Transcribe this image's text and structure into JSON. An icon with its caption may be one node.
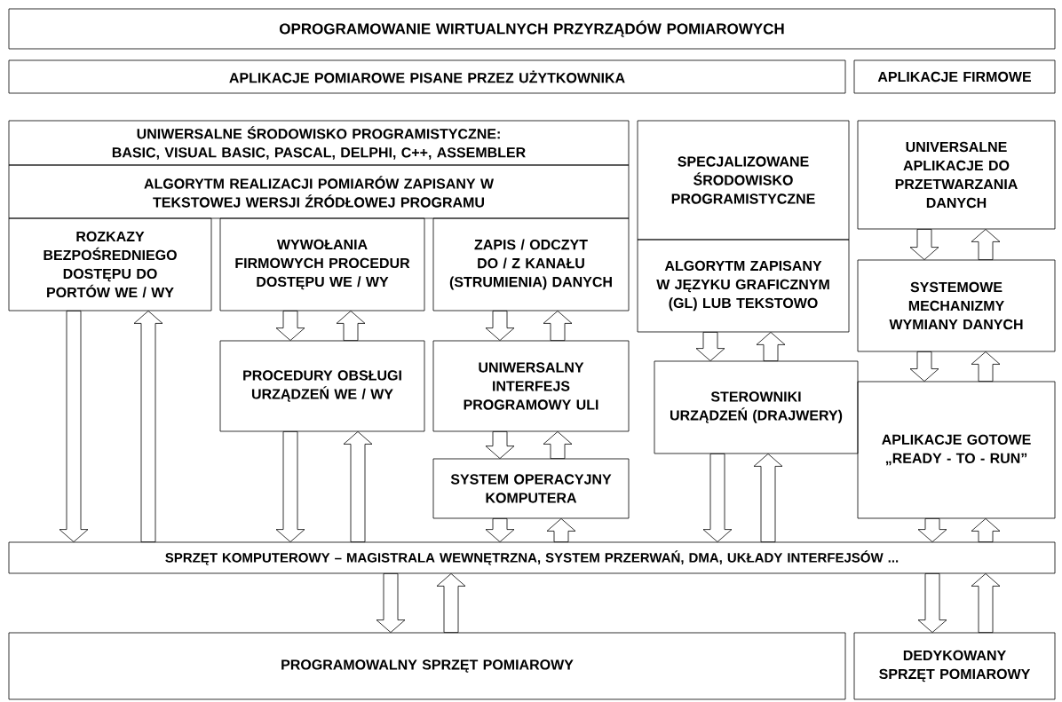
{
  "diagram": {
    "nodes": [
      {
        "text": [
          "OPROGRAMOWANIE WIRTUALNYCH PRZYRZĄDÓW POMIAROWYCH"
        ]
      },
      {
        "text": [
          "APLIKACJE POMIAROWE PISANE PRZEZ UŻYTKOWNIKA"
        ]
      },
      {
        "text": [
          "APLIKACJE FIRMOWE"
        ]
      },
      {
        "text": [
          "UNIWERSALNE ŚRODOWISKO PROGRAMISTYCZNE: BASIC, VISUAL BASIC, PASCAL, DELPHI, C++, ASSEMBLER"
        ]
      },
      {
        "text": [
          "ALGORYTM REALIZACJI POMIARÓW ZAPISANY W TEKSTOWEJ WERSJI ŹRÓDŁOWEJ PROGRAMU"
        ]
      },
      {
        "text": [
          "ROZKAZY BEZPOŚREDNIEGO DOSTĘPU DO PORTÓW WE / WY"
        ]
      },
      {
        "text": [
          "WYWOŁANIA FIRMOWYCH PROCEDUR DOSTĘPU WE / WY"
        ]
      },
      {
        "text": [
          "ZAPIS / ODCZYT DO / Z KANAŁU (STRUMIENIA) DANYCH"
        ]
      },
      {
        "text": [
          "SPECJALIZOWANE ŚRODOWISKO PROGRAMISTYCZNE"
        ]
      },
      {
        "text": [
          "ALGORYTM ZAPISANY W JĘZYKU GRAFICZNYM (GL) LUB TEKSTOWO"
        ]
      },
      {
        "text": [
          "PROCEDURY OBSŁUGI URZĄDZEŃ WE / WY"
        ]
      },
      {
        "text": [
          "UNIWERSALNY INTERFEJS PROGRAMOWY ULI"
        ]
      },
      {
        "text": [
          "SYSTEM OPERACYJNY KOMPUTERA"
        ]
      },
      {
        "text": [
          "STEROWNIKI URZĄDZEŃ (DRAJWERY)"
        ]
      },
      {
        "text": [
          "UNIVERSALNE APLIKACJE DO PRZETWARZANIA DANYCH"
        ]
      },
      {
        "text": [
          "SYSTEMOWE MECHANIZMY WYMIANY DANYCH"
        ]
      },
      {
        "text": [
          "APLIKACJE GOTOWE „READY - TO - RUN”"
        ]
      },
      {
        "text": [
          "SPRZĘT KOMPUTEROWY – MAGISTRALA WEWNĘTRZNA, SYSTEM PRZERWAŃ, DMA, UKŁADY INTERFEJSÓW ..."
        ]
      },
      {
        "text": [
          "PROGRAMOWALNY SPRZĘT POMIAROWY"
        ]
      },
      {
        "text": [
          "DEDYKOWANY SPRZĘT POMIAROWY"
        ]
      }
    ],
    "edges": [
      {
        "from": 5,
        "to": 17,
        "arrow": "to"
      },
      {
        "from": 17,
        "to": 5,
        "arrow": "to"
      },
      {
        "from": 6,
        "to": 10,
        "arrow": "to"
      },
      {
        "from": 10,
        "to": 6,
        "arrow": "to"
      },
      {
        "from": 10,
        "to": 17,
        "arrow": "to"
      },
      {
        "from": 17,
        "to": 10,
        "arrow": "to"
      },
      {
        "from": 7,
        "to": 11,
        "arrow": "to"
      },
      {
        "from": 11,
        "to": 7,
        "arrow": "to"
      },
      {
        "from": 11,
        "to": 12,
        "arrow": "to"
      },
      {
        "from": 12,
        "to": 11,
        "arrow": "to"
      },
      {
        "from": 12,
        "to": 17,
        "arrow": "to"
      },
      {
        "from": 17,
        "to": 12,
        "arrow": "to"
      },
      {
        "from": 9,
        "to": 13,
        "arrow": "to"
      },
      {
        "from": 13,
        "to": 9,
        "arrow": "to"
      },
      {
        "from": 13,
        "to": 17,
        "arrow": "to"
      },
      {
        "from": 17,
        "to": 13,
        "arrow": "to"
      },
      {
        "from": 14,
        "to": 15,
        "arrow": "to"
      },
      {
        "from": 15,
        "to": 14,
        "arrow": "to"
      },
      {
        "from": 15,
        "to": 16,
        "arrow": "to"
      },
      {
        "from": 16,
        "to": 15,
        "arrow": "to"
      },
      {
        "from": 16,
        "to": 17,
        "arrow": "to"
      },
      {
        "from": 17,
        "to": 16,
        "arrow": "to"
      },
      {
        "from": 17,
        "to": 18,
        "arrow": "to"
      },
      {
        "from": 18,
        "to": 17,
        "arrow": "to"
      },
      {
        "from": 17,
        "to": 19,
        "arrow": "to"
      },
      {
        "from": 19,
        "to": 17,
        "arrow": "to"
      }
    ]
  }
}
